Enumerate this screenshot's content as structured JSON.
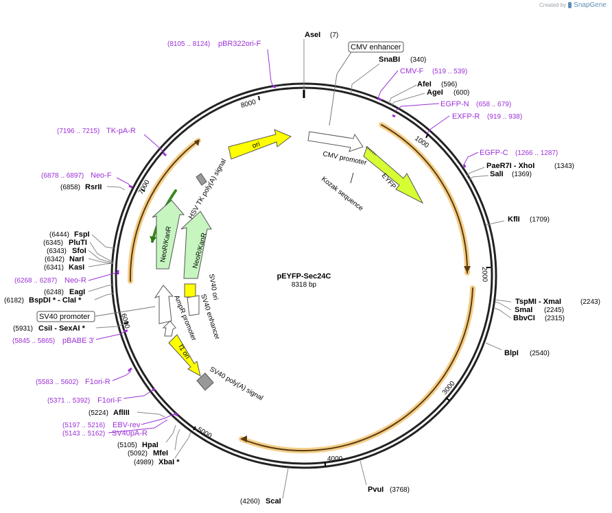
{
  "brand": {
    "prefix": "Created by",
    "name": "SnapGene"
  },
  "plasmid": {
    "name": "pEYFP-Sec24C",
    "length_label": "8318 bp"
  },
  "ticks": [
    "1000",
    "2000",
    "3000",
    "4000",
    "5000",
    "6000",
    "7000",
    "8000"
  ],
  "colors": {
    "primer": "#9b2fd6",
    "orf": "#e9a24a",
    "ori": "#ffff00",
    "marker": "#c6f5c0",
    "eyfp": "#d6ff33",
    "polya": "#999999"
  },
  "features": {
    "cmv_enhancer": "CMV enhancer",
    "cmv_promoter": "CMV promoter",
    "kozak": "Kozak sequence",
    "eyfp": "EYFP",
    "ori": "ori",
    "hsv": "HSV TK poly(A) signal",
    "neo1": "NeoR/KanR",
    "neo2": "NeoR/KanR",
    "sv40ori": "SV40 ori",
    "sv40enh": "SV40 enhancer",
    "amppro": "AmpR promoter",
    "f1ori": "f1 ori",
    "sv40pa": "SV40 poly(A) signal",
    "sv40pro": "SV40 promoter"
  },
  "sites": {
    "asei": {
      "name": "AseI",
      "pos": "(7)"
    },
    "snabi": {
      "name": "SnaBI",
      "pos": "(340)"
    },
    "afei": {
      "name": "AfeI",
      "pos": "(596)"
    },
    "agei": {
      "name": "AgeI",
      "pos": "(600)"
    },
    "xhoi": {
      "name": "PaeR7I  - XhoI",
      "pos": "(1343)"
    },
    "sali": {
      "name": "SalI",
      "pos": "(1369)"
    },
    "kfli": {
      "name": "KflI",
      "pos": "(1709)"
    },
    "xmai": {
      "name": "TspMI  - XmaI",
      "pos": "(2243)"
    },
    "smai": {
      "name": "SmaI",
      "pos": "(2245)"
    },
    "bbvci": {
      "name": "BbvCI",
      "pos": "(2315)"
    },
    "blpi": {
      "name": "BlpI",
      "pos": "(2540)"
    },
    "pvui": {
      "name": "PvuI",
      "pos": "(3768)"
    },
    "scai": {
      "name": "ScaI",
      "pos": "(4260)"
    },
    "xbai": {
      "name": "XbaI *",
      "pos": "(4989)"
    },
    "mfei": {
      "name": "MfeI",
      "pos": "(5092)"
    },
    "hpai": {
      "name": "HpaI",
      "pos": "(5105)"
    },
    "afliii": {
      "name": "AflIII",
      "pos": "(5224)"
    },
    "sexai": {
      "name": "CsiI  - SexAI *",
      "pos": "(5931)"
    },
    "clai": {
      "name": "BspDI *  - ClaI *",
      "pos": "(6182)"
    },
    "eagi": {
      "name": "EagI",
      "pos": "(6248)"
    },
    "kasi": {
      "name": "KasI",
      "pos": "(6341)"
    },
    "nari": {
      "name": "NarI",
      "pos": "(6342)"
    },
    "sfoi": {
      "name": "SfoI",
      "pos": "(6343)"
    },
    "pluti": {
      "name": "PluTI",
      "pos": "(6345)"
    },
    "fspi": {
      "name": "FspI",
      "pos": "(6444)"
    },
    "rsrii": {
      "name": "RsrII",
      "pos": "(6858)"
    }
  },
  "primers": {
    "pbr": {
      "name": "pBR322ori-F",
      "pos": "(8105 .. 8124)"
    },
    "cmvf": {
      "name": "CMV-F",
      "pos": "(519 .. 539)"
    },
    "egfpn": {
      "name": "EGFP-N",
      "pos": "(658 .. 679)"
    },
    "exfpr": {
      "name": "EXFP-R",
      "pos": "(919 .. 938)"
    },
    "egfpc": {
      "name": "EGFP-C",
      "pos": "(1266 .. 1287)"
    },
    "tkpar": {
      "name": "TK-pA-R",
      "pos": "(7196 .. 7215)"
    },
    "neof": {
      "name": "Neo-F",
      "pos": "(6878 .. 6897)"
    },
    "neor": {
      "name": "Neo-R",
      "pos": "(6268 .. 6287)"
    },
    "pbabe": {
      "name": "pBABE 3'",
      "pos": "(5845 .. 5865)"
    },
    "f1orir": {
      "name": "F1ori-R",
      "pos": "(5583 .. 5602)"
    },
    "f1orif": {
      "name": "F1ori-F",
      "pos": "(5371 .. 5392)"
    },
    "ebvrev": {
      "name": "EBV-rev",
      "pos": "(5197 .. 5216)"
    },
    "sv40par": {
      "name": "SV40pA-R",
      "pos": "(5143 .. 5162)"
    }
  }
}
